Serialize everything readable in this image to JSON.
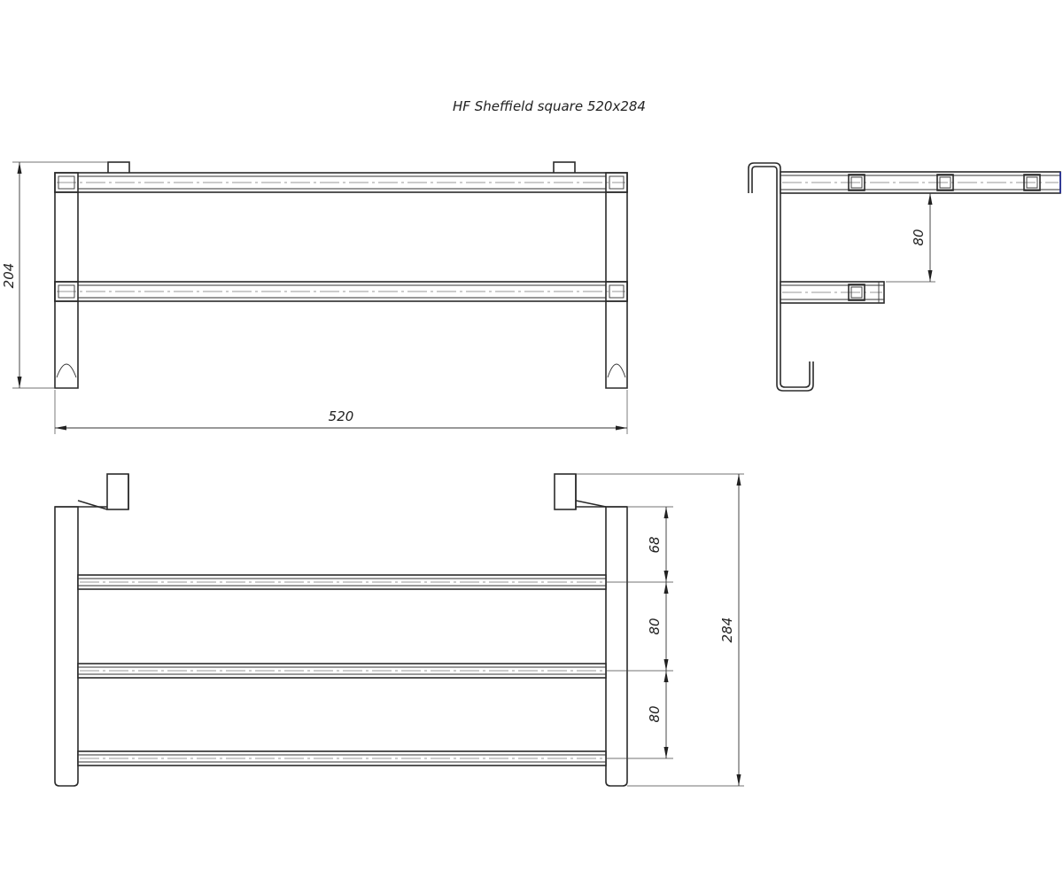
{
  "title": "HF Sheffield square 520x284",
  "dimensions": {
    "front_height": "204",
    "front_width": "520",
    "side_spacing": "80",
    "bottom_top_gap": "68",
    "bottom_spacing_1": "80",
    "bottom_spacing_2": "80",
    "bottom_total_height": "284"
  },
  "colors": {
    "line": "#2b2b2b",
    "accent": "#1f2a9c"
  }
}
